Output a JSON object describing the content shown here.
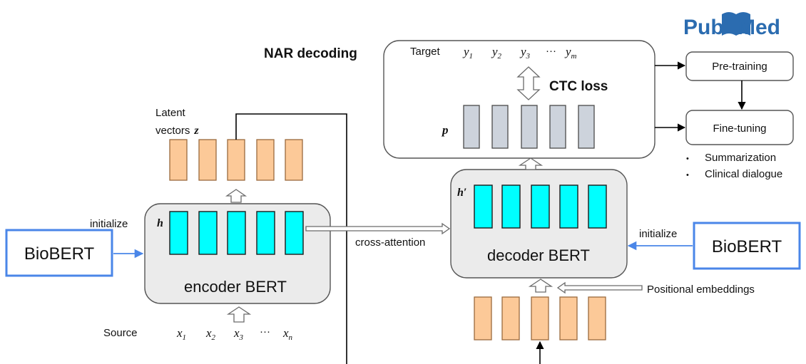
{
  "labels": {
    "nar_decoding": "NAR decoding",
    "target": "Target",
    "target_tokens": [
      "y",
      "y",
      "y",
      "y"
    ],
    "target_subs": [
      "1",
      "2",
      "3",
      "m"
    ],
    "ellipsis": "···",
    "ctc_loss": "CTC loss",
    "p": "p",
    "latent_line1": "Latent",
    "latent_line2": "vectors",
    "z": "z",
    "h": "h",
    "h_prime": "h′",
    "initialize_left": "initialize",
    "initialize_right": "initialize",
    "biobert_left": "BioBERT",
    "biobert_right": "BioBERT",
    "encoder": "encoder BERT",
    "decoder": "decoder BERT",
    "cross_attention": "cross-attention",
    "source": "Source",
    "source_tokens": [
      "x",
      "x",
      "x",
      "x"
    ],
    "source_subs": [
      "1",
      "2",
      "3",
      "n"
    ],
    "positional": "Positional embeddings",
    "pretraining": "Pre-training",
    "finetuning": "Fine-tuning",
    "bullets": [
      "Summarization",
      "Clinical dialogue"
    ],
    "bullet_mark": "•",
    "pubmed_pub": "Pub",
    "pubmed_med": "Med"
  },
  "colors": {
    "orange": "#fcc998",
    "cyan": "#00ffff",
    "grey": "#cdd3dc",
    "blue": "#4a86e8",
    "pubmed_blue": "#2b6cb0"
  }
}
